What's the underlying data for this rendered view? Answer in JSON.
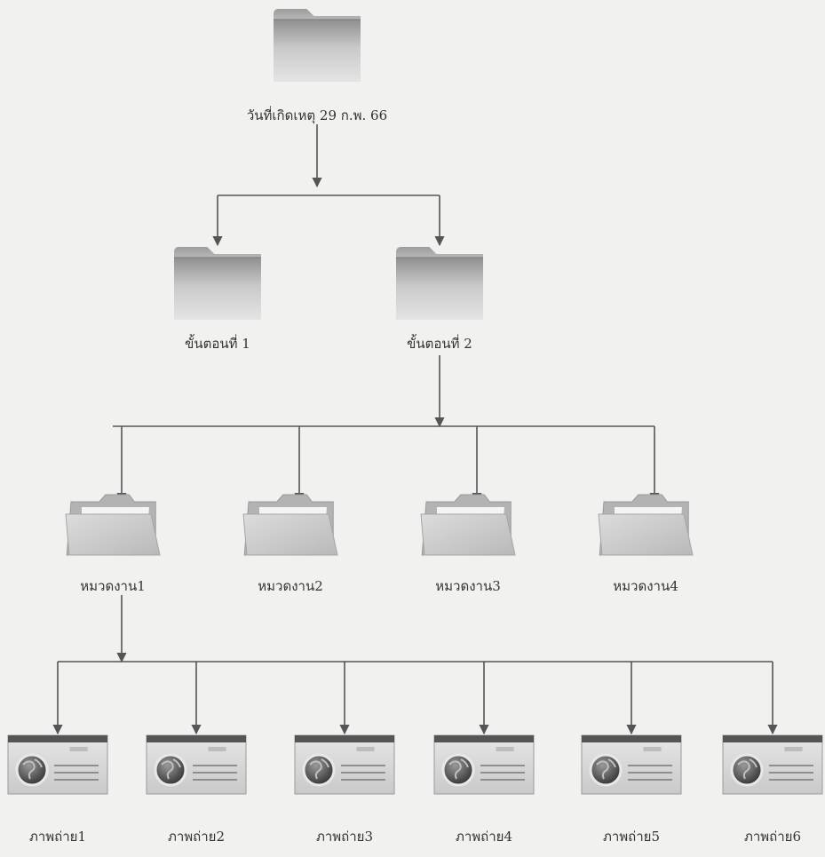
{
  "colors": {
    "background": "#f1f1ef",
    "line": "#555555",
    "folder_dark": "#8e8e8e",
    "folder_light": "#d9d9d9",
    "photo_bar": "#555555",
    "photo_globe": "#3f3f3f"
  },
  "root": {
    "label": "วันที่เกิดเหตุ 29 ก.พ. 66",
    "icon": "folder-icon"
  },
  "steps": [
    {
      "label": "ขั้นตอนที่ 1",
      "icon": "folder-icon"
    },
    {
      "label": "ขั้นตอนที่ 2",
      "icon": "folder-icon"
    }
  ],
  "categories": [
    {
      "label": "หมวดงาน1",
      "icon": "open-folder-icon"
    },
    {
      "label": "หมวดงาน2",
      "icon": "open-folder-icon"
    },
    {
      "label": "หมวดงาน3",
      "icon": "open-folder-icon"
    },
    {
      "label": "หมวดงาน4",
      "icon": "open-folder-icon"
    }
  ],
  "photos": [
    {
      "label": "ภาพถ่าย1",
      "icon": "image-file-icon"
    },
    {
      "label": "ภาพถ่าย2",
      "icon": "image-file-icon"
    },
    {
      "label": "ภาพถ่าย3",
      "icon": "image-file-icon"
    },
    {
      "label": "ภาพถ่าย4",
      "icon": "image-file-icon"
    },
    {
      "label": "ภาพถ่าย5",
      "icon": "image-file-icon"
    },
    {
      "label": "ภาพถ่าย6",
      "icon": "image-file-icon"
    }
  ]
}
